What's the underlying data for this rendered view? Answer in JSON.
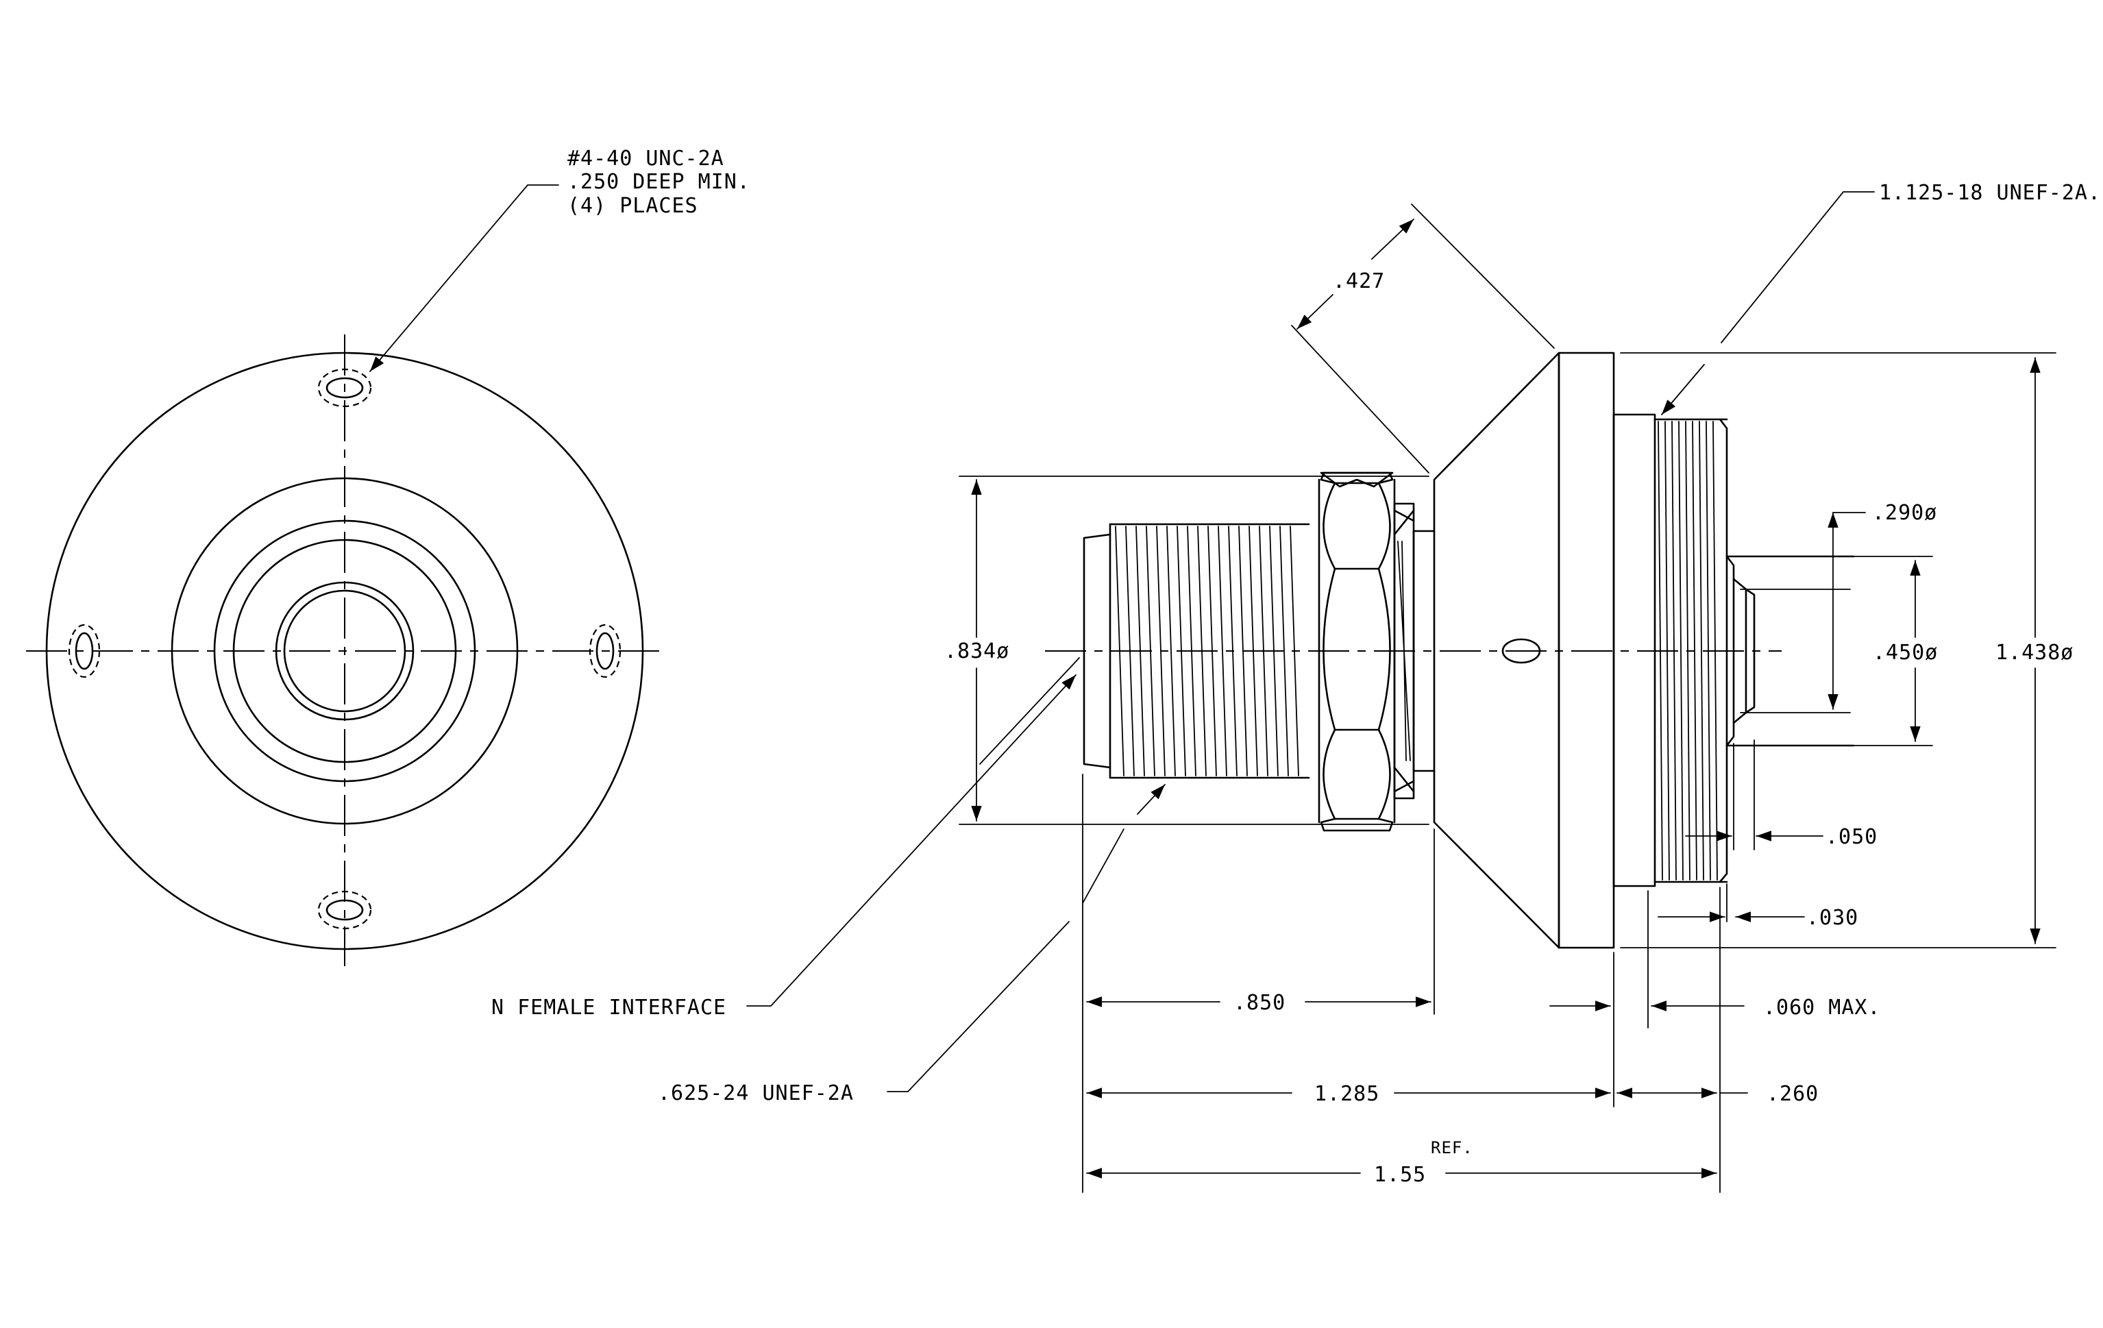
{
  "labels": {
    "tap_line1": "#4-40 UNC-2A",
    "tap_line2": ".250 DEEP MIN.",
    "tap_line3": "(4)  PLACES",
    "thread_large": "1.125-18 UNEF-2A.",
    "dim_427": ".427",
    "dim_834": ".834ø",
    "dim_290": ".290ø",
    "dim_450": ".450ø",
    "dim_1438": "1.438ø",
    "dim_050": ".050",
    "dim_030": ".030",
    "n_female": "N FEMALE INTERFACE",
    "dim_850": ".850",
    "dim_060": ".060 MAX.",
    "thread_small": ".625-24 UNEF-2A",
    "dim_1285": "1.285",
    "dim_260": ".260",
    "ref": "REF.",
    "dim_155": "1.55"
  },
  "colors": {
    "ink": "#000000",
    "paper": "#ffffff"
  }
}
